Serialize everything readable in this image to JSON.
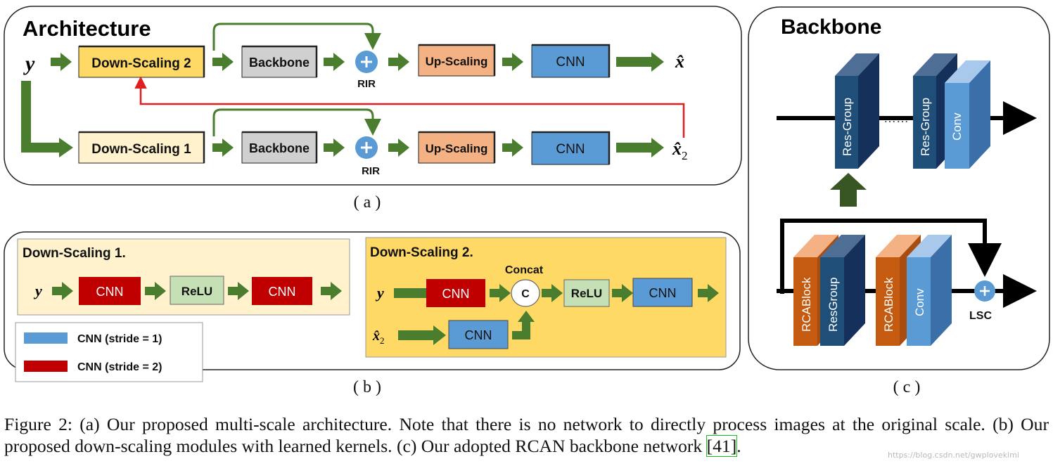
{
  "panel_a": {
    "title": "Architecture",
    "label": "( a )",
    "input": "y",
    "row1": {
      "down": "Down-Scaling 2",
      "backbone": "Backbone",
      "rir": "RIR",
      "up": "Up-Scaling",
      "cnn": "CNN",
      "output": "x̂"
    },
    "row2": {
      "down": "Down-Scaling 1",
      "backbone": "Backbone",
      "rir": "RIR",
      "up": "Up-Scaling",
      "cnn": "CNN",
      "output": "x̂",
      "output_sub": "2"
    }
  },
  "panel_b": {
    "label": "( b )",
    "ds1": {
      "title": "Down-Scaling 1.",
      "input": "y",
      "cnn1": "CNN",
      "relu": "ReLU",
      "cnn2": "CNN"
    },
    "ds2": {
      "title": "Down-Scaling 2.",
      "input_y": "y",
      "input_x": "x̂",
      "input_x_sub": "2",
      "cnn1": "CNN",
      "concat_label": "Concat",
      "concat_symbol": "C",
      "relu": "ReLU",
      "cnn2": "CNN",
      "cnn_x": "CNN"
    },
    "legend": {
      "blue": "CNN (stride = 1)",
      "red": "CNN (stride = 2)"
    }
  },
  "panel_c": {
    "title": "Backbone",
    "label": "( c )",
    "top": {
      "resgroup1": "Res-Group",
      "dots": "……",
      "resgroup2": "Res-Group",
      "conv": "Conv"
    },
    "bottom": {
      "rcab1": "RCABlock",
      "resgroup": "ResGroup",
      "rcab2": "RCABlock",
      "conv": "Conv",
      "lsc": "LSC"
    }
  },
  "caption": {
    "text": "Figure 2: (a) Our proposed multi-scale architecture. Note that there is no network to directly process images at the original scale. (b) Our proposed down-scaling modules with learned kernels. (c) Our adopted RCAN backbone network ",
    "cite": "[41]",
    "end": "."
  },
  "watermark": "https://blog.csdn.net/gwplovekimi",
  "colors": {
    "arrow_green": "#4a7d2e",
    "blue_box": "#5b9bd5",
    "red_box": "#c00000",
    "yellow_dark": "#ffd966",
    "yellow_light": "#fff2cc",
    "gray_box": "#d0d0d0",
    "orange_box": "#f4b183",
    "relu_green": "#c5e0b4",
    "red_line": "#e02020"
  }
}
